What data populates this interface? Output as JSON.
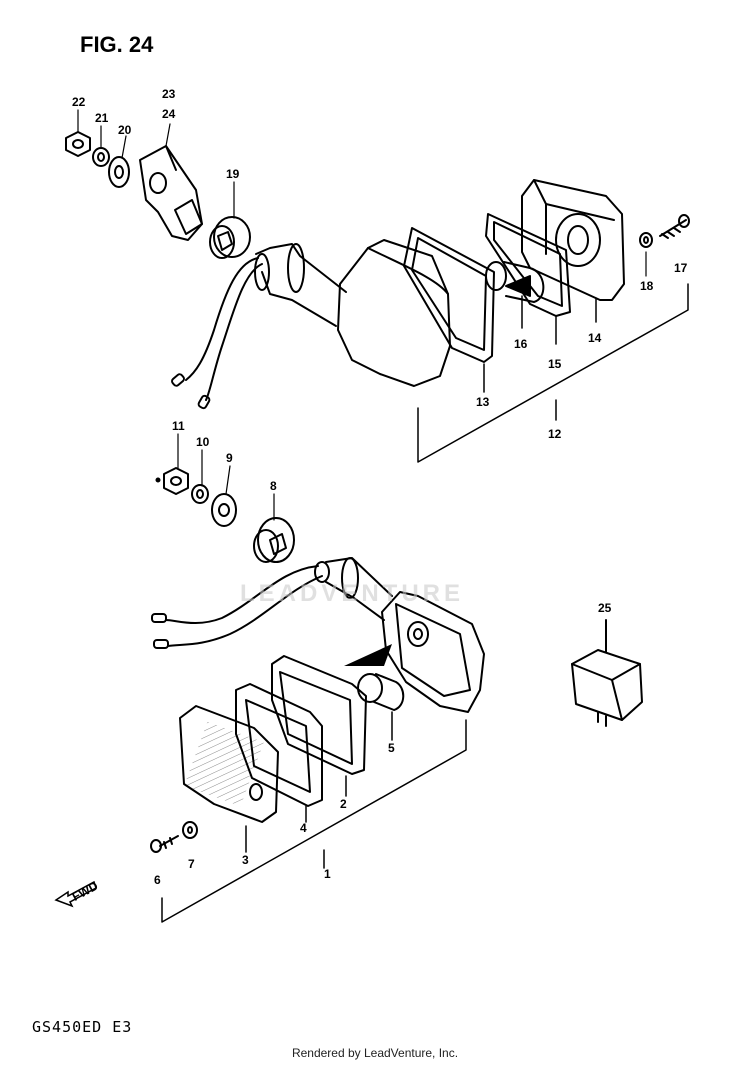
{
  "figure": {
    "title": "FIG. 24",
    "model_code": "GS450ED  E3",
    "credit": "Rendered by LeadVenture, Inc.",
    "watermark": "LEADVENTURE"
  },
  "callouts": [
    "1",
    "2",
    "3",
    "4",
    "5",
    "6",
    "7",
    "8",
    "9",
    "10",
    "11",
    "12",
    "13",
    "14",
    "15",
    "16",
    "17",
    "18",
    "19",
    "20",
    "21",
    "22",
    "23",
    "24",
    "25"
  ],
  "direction_marker": "FWD",
  "colors": {
    "ink": "#000000",
    "watermark": "#c8c8c8",
    "background": "#ffffff"
  }
}
